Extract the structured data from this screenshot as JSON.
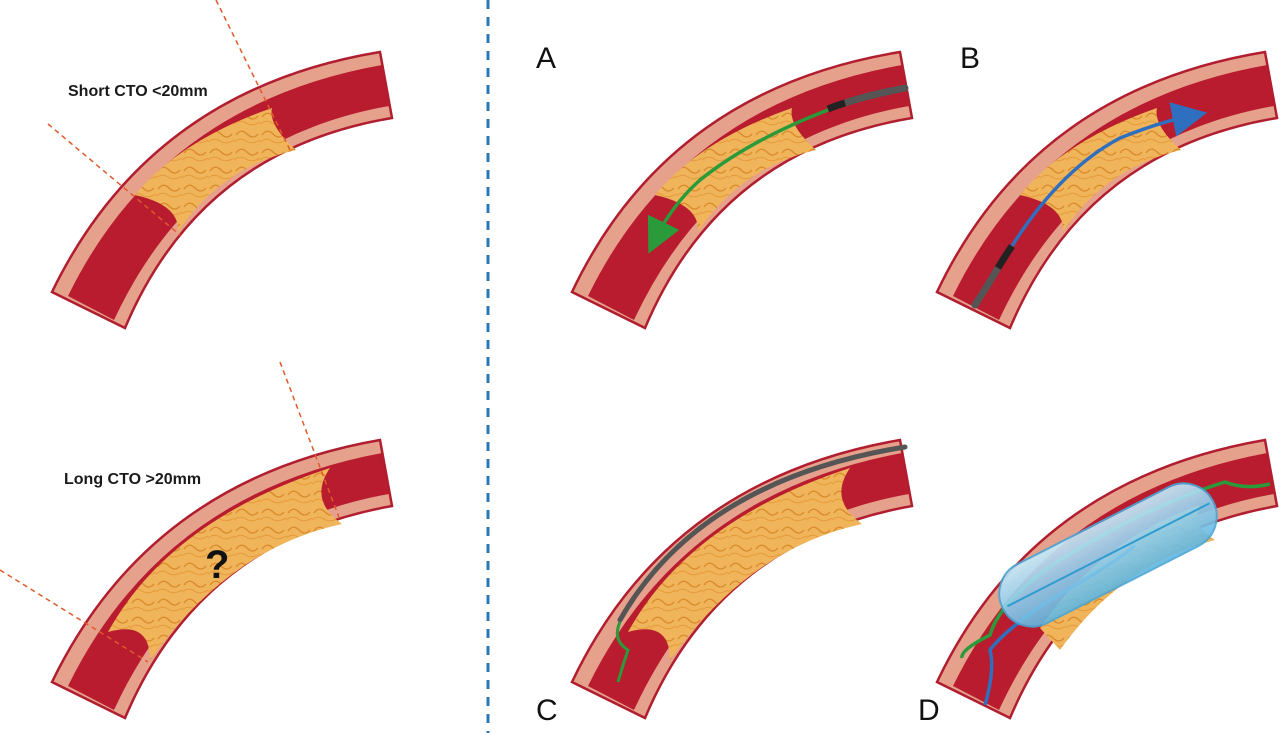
{
  "labels": {
    "short_cto": "Short CTO <20mm",
    "long_cto": "Long CTO >20mm",
    "unknown_marker": "?",
    "panel_a": "A",
    "panel_b": "B",
    "panel_c": "C",
    "panel_d": "D"
  },
  "colors": {
    "vessel_wall": "#e6a18c",
    "vessel_outline": "#b01e2f",
    "blood": "#b81c2e",
    "plaque": "#f0b45a",
    "plaque_detail": "#d98a2a",
    "divider": "#2a78b8",
    "measure_line": "#e0592a",
    "antegrade_wire": "#2a9a3a",
    "retrograde_wire": "#2f6fc0",
    "catheter": "#555555",
    "balloon": "#8fd0f0"
  },
  "icons": {
    "antegrade_arrow": "arrow-down-left-icon",
    "retrograde_arrow": "arrow-up-right-icon"
  }
}
